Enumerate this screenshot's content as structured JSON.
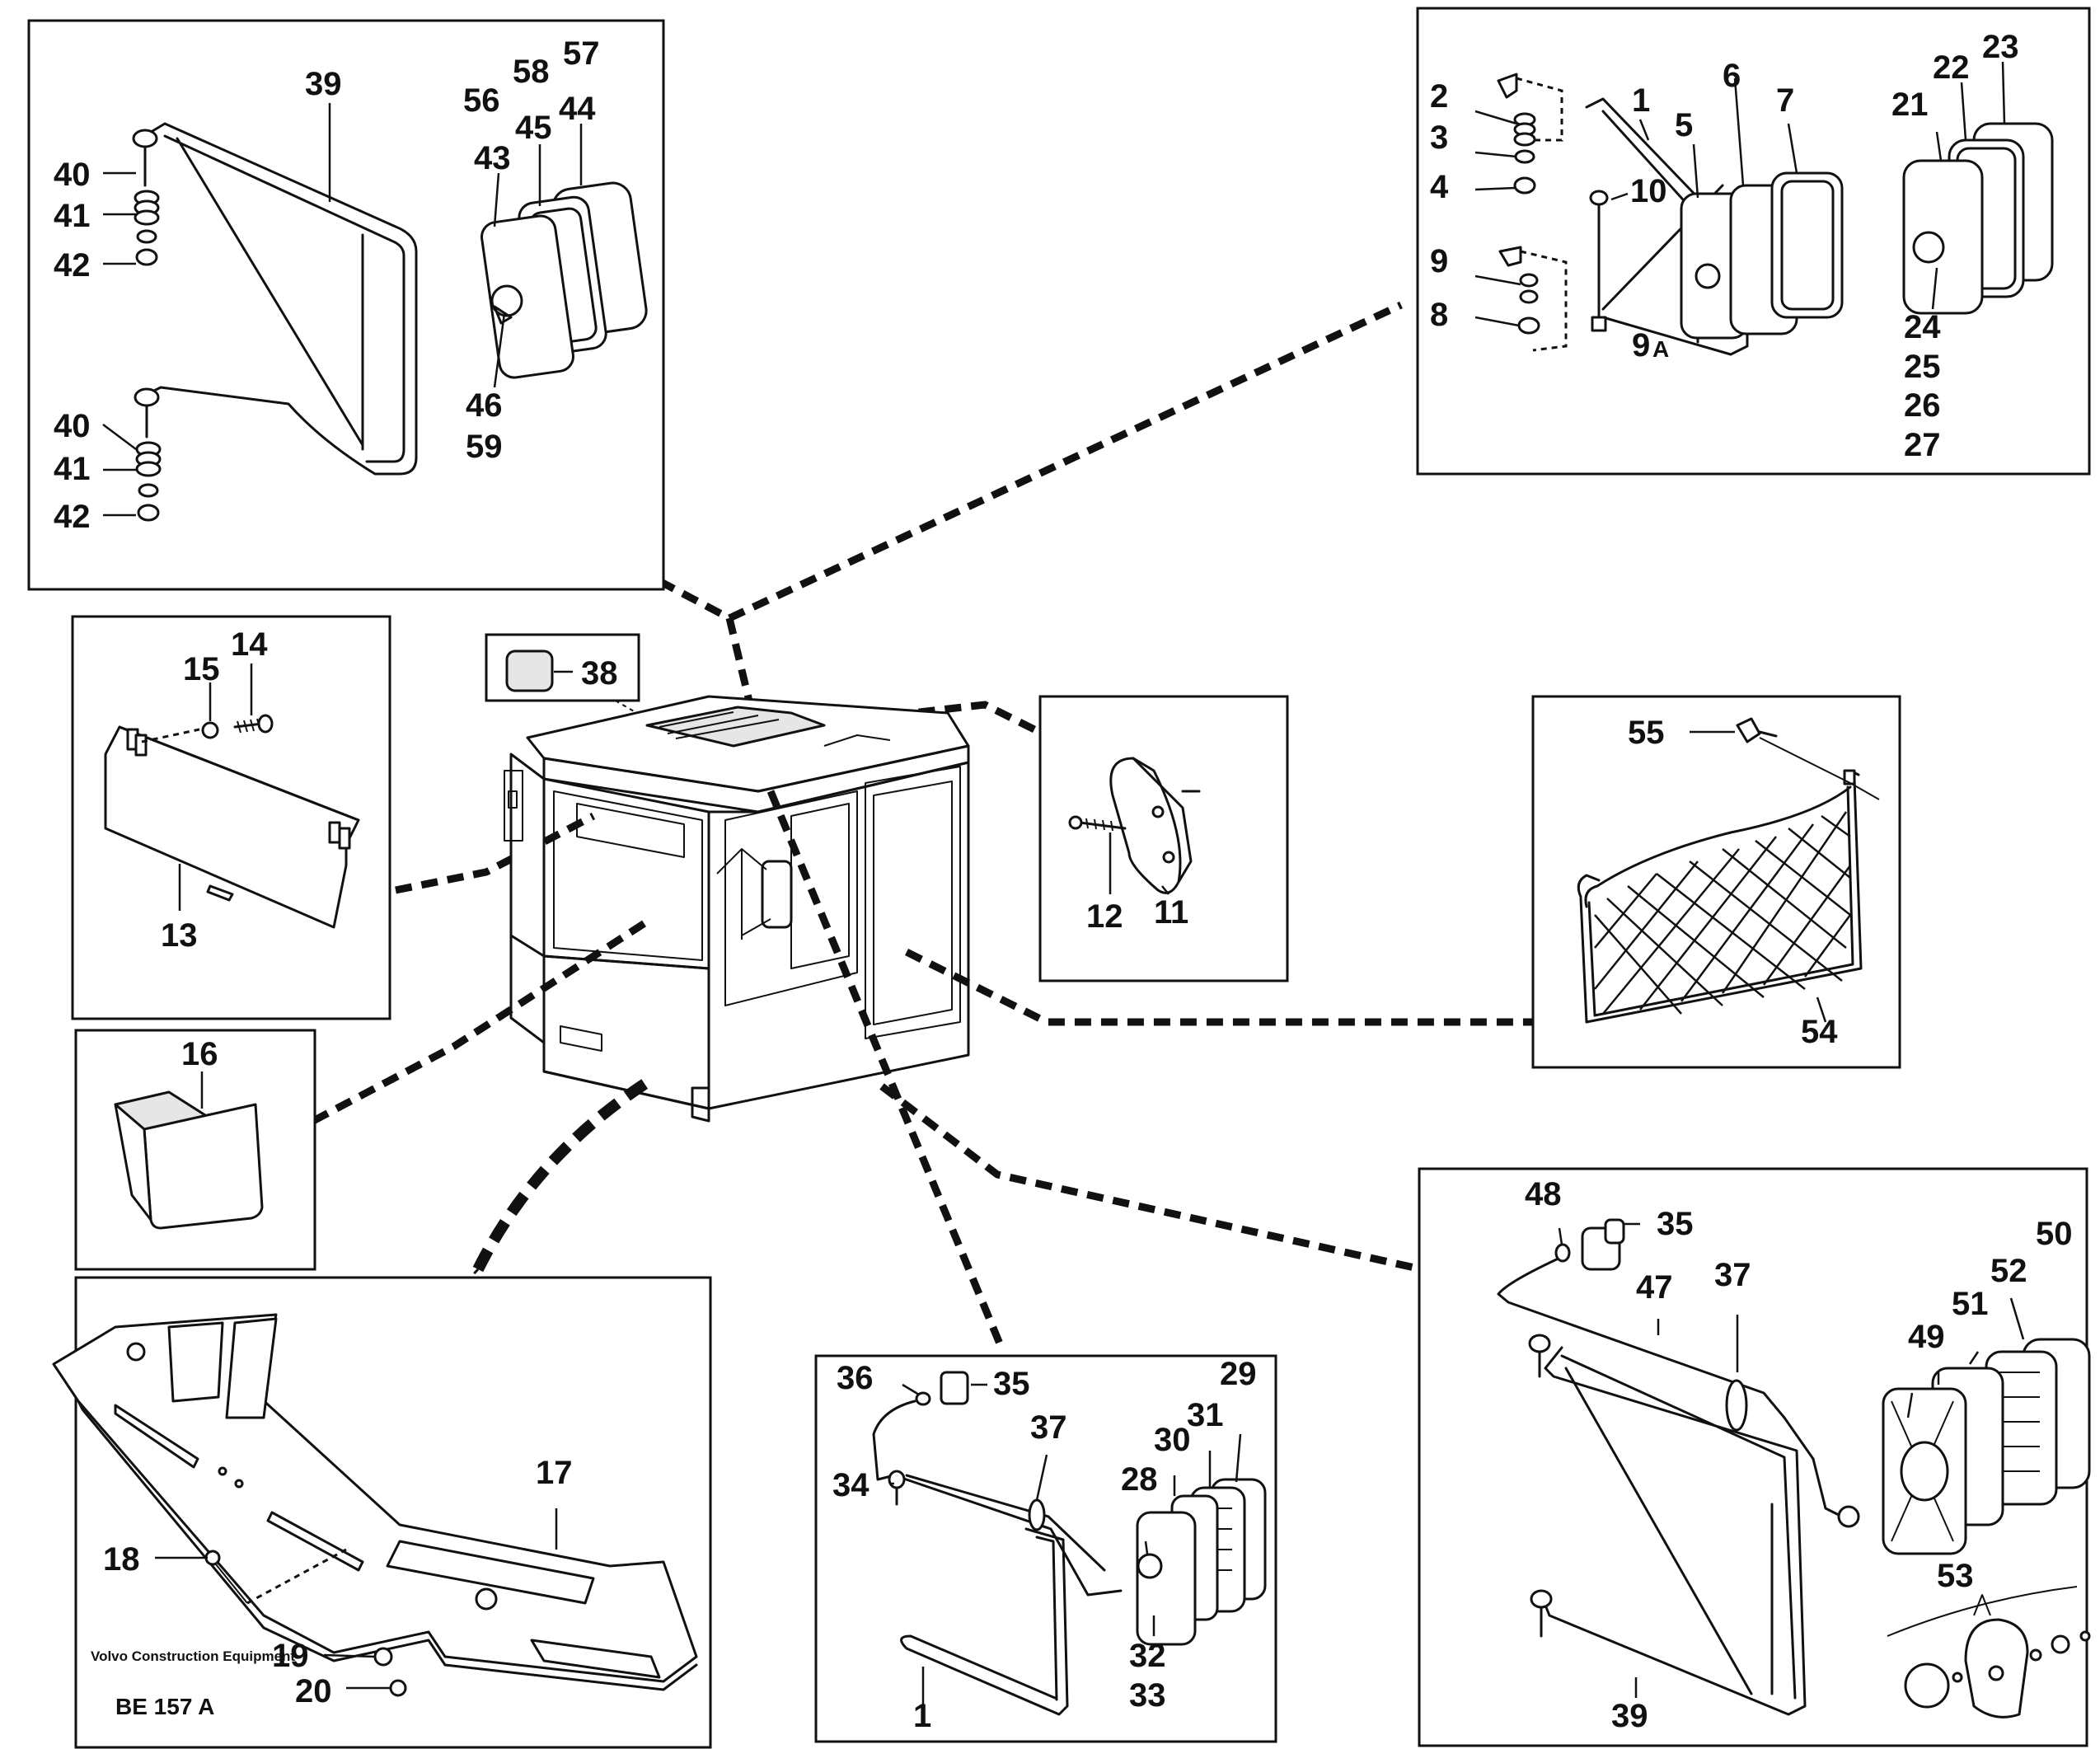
{
  "document": {
    "publisher": "Volvo Construction Equipment",
    "figure_code": "BE 157 A"
  },
  "callouts": {
    "c1a": "1",
    "c1b": "1",
    "c2": "2",
    "c3": "3",
    "c4": "4",
    "c5": "5",
    "c6": "6",
    "c7": "7",
    "c8": "8",
    "c9": "9",
    "c9a": "9",
    "c9a_suffix": "A",
    "c10": "10",
    "c11": "11",
    "c12": "12",
    "c13": "13",
    "c14": "14",
    "c15": "15",
    "c16": "16",
    "c17": "17",
    "c18": "18",
    "c19": "19",
    "c20": "20",
    "c21": "21",
    "c22": "22",
    "c23": "23",
    "c24": "24",
    "c25": "25",
    "c26": "26",
    "c27": "27",
    "c28": "28",
    "c29": "29",
    "c30": "30",
    "c31": "31",
    "c32": "32",
    "c33": "33",
    "c34": "34",
    "c35a": "35",
    "c35b": "35",
    "c36": "36",
    "c37a": "37",
    "c37b": "37",
    "c38": "38",
    "c39a": "39",
    "c39b": "39",
    "c40a": "40",
    "c40b": "40",
    "c41a": "41",
    "c41b": "41",
    "c42a": "42",
    "c42b": "42",
    "c43": "43",
    "c44": "44",
    "c45": "45",
    "c46": "46",
    "c47": "47",
    "c48": "48",
    "c49": "49",
    "c50": "50",
    "c51": "51",
    "c52": "52",
    "c53": "53",
    "c54": "54",
    "c55": "55",
    "c56": "56",
    "c57": "57",
    "c58": "58",
    "c59": "59"
  },
  "colors": {
    "ink": "#111111",
    "paper": "#ffffff"
  }
}
